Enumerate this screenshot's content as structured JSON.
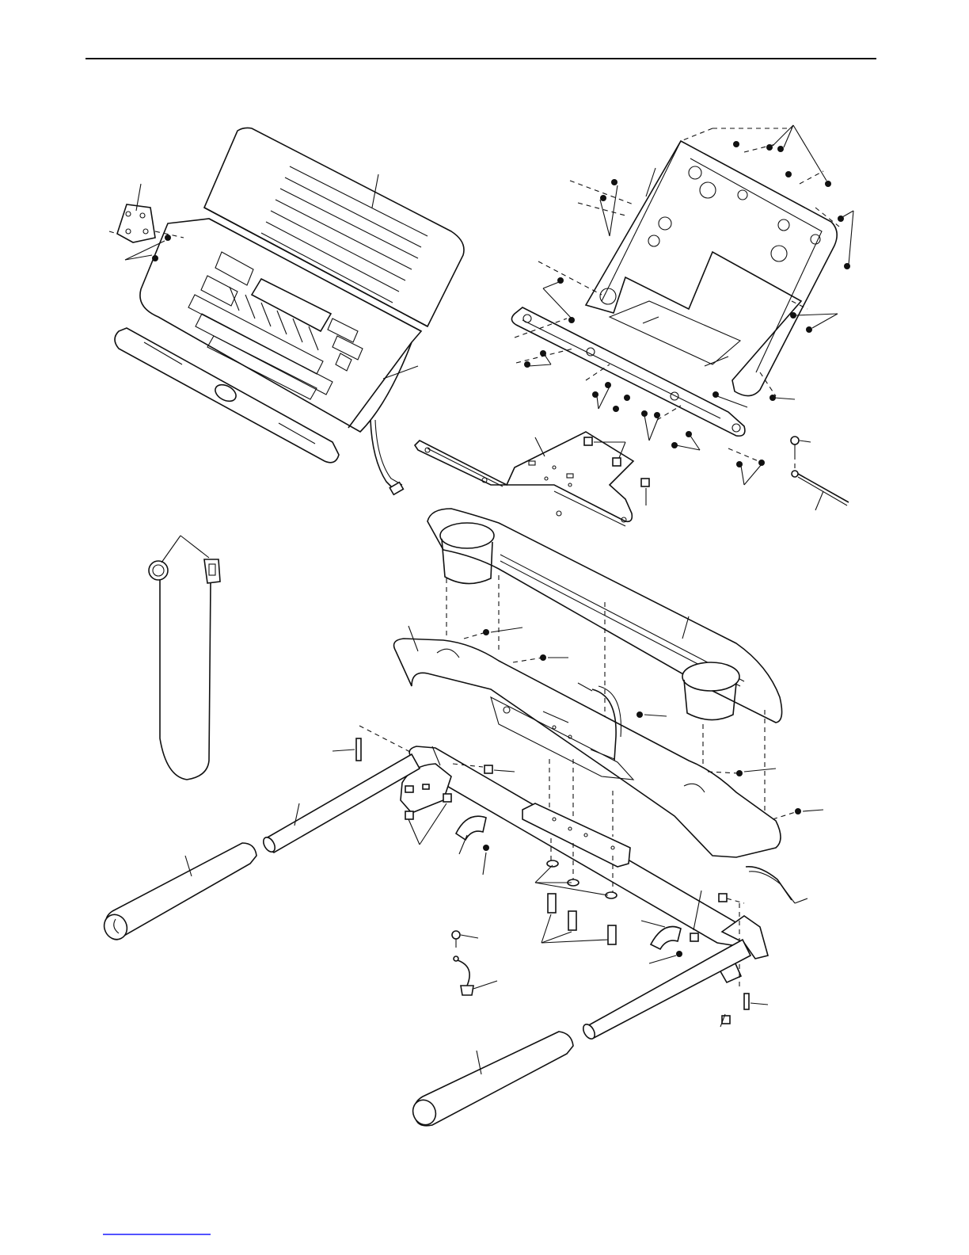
{
  "page": {
    "background": "#ffffff",
    "ink": "#111111",
    "footer_link_color": "#1a1aff"
  },
  "diagram": {
    "kind": "exploded-parts-view",
    "assemblies": [
      "console",
      "console-base",
      "upright-handrail-cover",
      "crossbar",
      "upright-tubes",
      "key-and-clip"
    ]
  }
}
